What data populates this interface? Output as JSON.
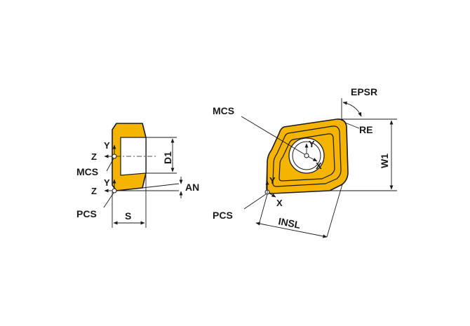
{
  "side_view": {
    "axis_y_top": "Y",
    "axis_z_top": "Z",
    "mcs_label": "MCS",
    "axis_y_bottom": "Y",
    "axis_z_bottom": "Z",
    "pcs_label": "PCS",
    "dim_d1": "D1",
    "dim_an": "AN",
    "dim_s": "S"
  },
  "top_view": {
    "mcs_label": "MCS",
    "pcs_label": "PCS",
    "dim_epsr": "EPSR",
    "dim_re": "RE",
    "dim_w1": "W1",
    "dim_insl": "INSL",
    "axis_y_center": "Y",
    "axis_x_center": "X",
    "axis_y_corner": "Y",
    "axis_x_corner": "X"
  },
  "colors": {
    "insert_fill": "#f5b400",
    "line": "#1a1a1a"
  }
}
